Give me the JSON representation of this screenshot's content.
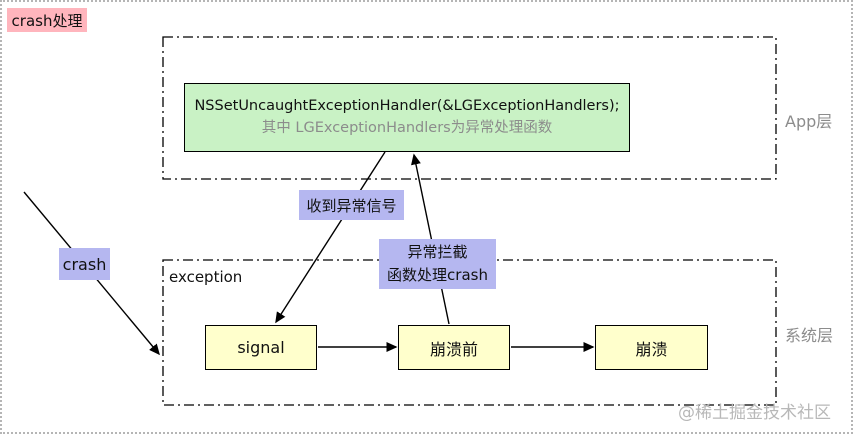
{
  "title": {
    "label": "crash处理"
  },
  "app_layer": {
    "label": "App层",
    "handler_box": {
      "line1": "NSSetUncaughtExceptionHandler(&LGExceptionHandlers);",
      "line2": "其中 LGExceptionHandlers为异常处理函数"
    }
  },
  "system_layer": {
    "label": "系统层",
    "exception_label": "exception",
    "nodes": [
      {
        "label": "signal"
      },
      {
        "label": "崩溃前"
      },
      {
        "label": "崩溃"
      }
    ]
  },
  "edge_labels": {
    "crash": "crash",
    "received_signal": "收到异常信号",
    "intercept_line1": "异常拦截",
    "intercept_line2": "函数处理crash"
  },
  "watermark": "@稀土掘金技术社区",
  "colors": {
    "title_pink": "#ffb5bd",
    "handler_green": "#c9f2c5",
    "node_yellow": "#ffffcc",
    "edge_purple": "#b5b7f0",
    "layer_label_gray": "#8c8c8c",
    "watermark_gray": "#b8b8b8",
    "line_black": "#000000"
  }
}
